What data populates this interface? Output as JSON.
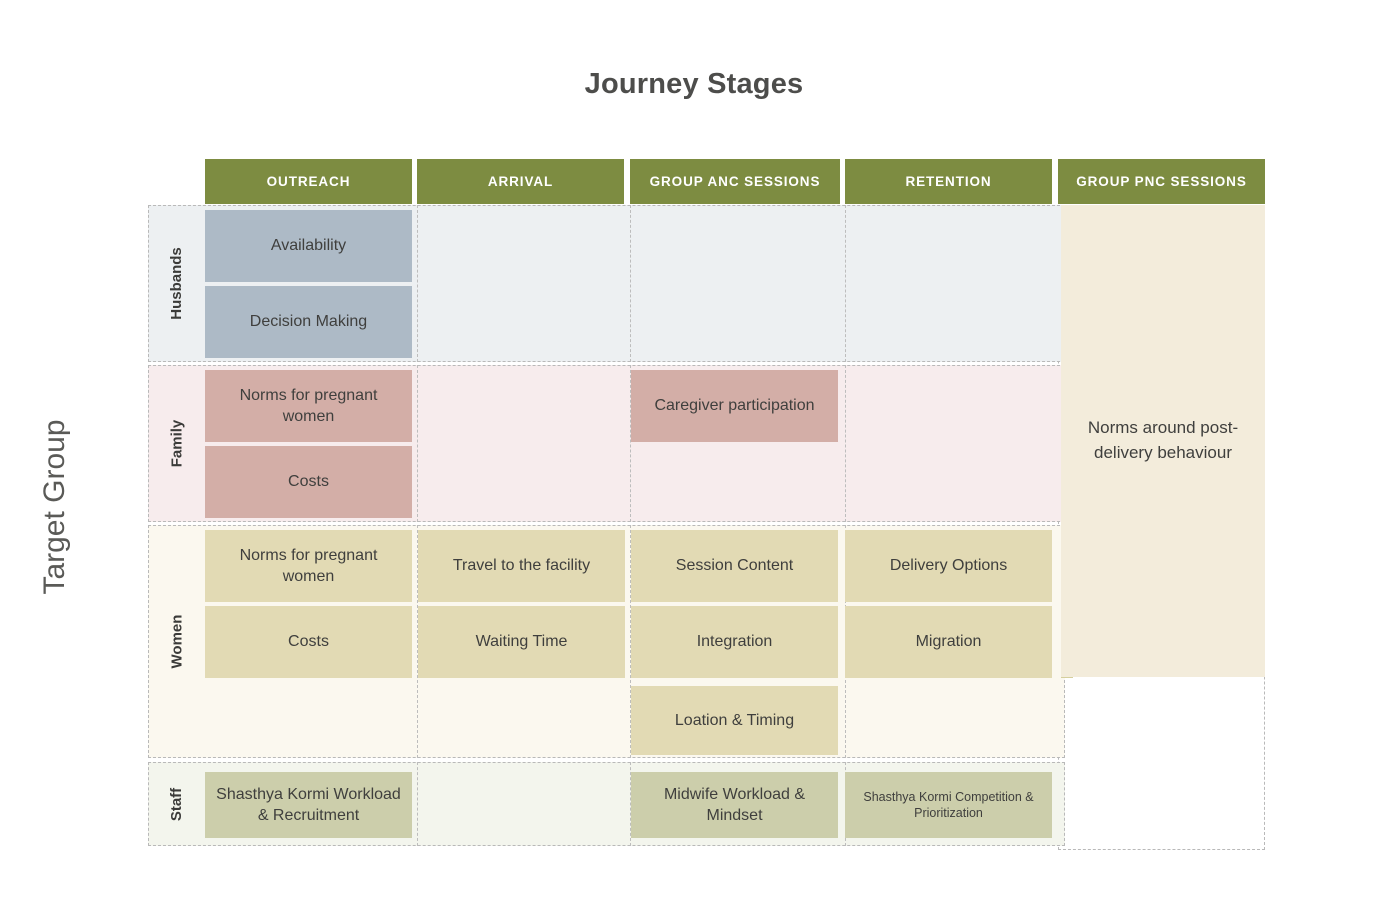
{
  "title": "Journey Stages",
  "y_axis_label": "Target Group",
  "colors": {
    "header_green": "#7d8c41",
    "husbands_card": "#adbac6",
    "husbands_band": "#edf0f2",
    "family_card": "#d3aea7",
    "family_band": "#f7eced",
    "women_card": "#e2dab4",
    "women_band": "#fbf8ef",
    "staff_card": "#ccceab",
    "staff_band": "#f3f5ed",
    "pnc_panel": "#f3ecdb",
    "grid_dashed": "#b9b9b9",
    "text_dark": "#3f3f3d"
  },
  "columns": [
    {
      "id": "outreach",
      "label": "OUTREACH"
    },
    {
      "id": "arrival",
      "label": "ARRIVAL"
    },
    {
      "id": "group-anc-sessions",
      "label": "GROUP ANC SESSIONS"
    },
    {
      "id": "retention",
      "label": "RETENTION"
    },
    {
      "id": "group-pnc-sessions",
      "label": "GROUP PNC SESSIONS"
    }
  ],
  "rows": [
    {
      "id": "husbands",
      "label": "Husbands",
      "cards": [
        {
          "text": "Availability"
        },
        {
          "text": "Decision Making"
        }
      ]
    },
    {
      "id": "family",
      "label": "Family",
      "cards": [
        {
          "text": "Norms for pregnant women"
        },
        {
          "text": "Costs"
        },
        {
          "text": "Caregiver participation"
        }
      ]
    },
    {
      "id": "women",
      "label": "Women",
      "cards": [
        {
          "text": "Norms for pregnant women"
        },
        {
          "text": "Costs"
        },
        {
          "text": "Travel to the facility"
        },
        {
          "text": "Waiting Time"
        },
        {
          "text": "Session Content"
        },
        {
          "text": "Integration"
        },
        {
          "text": "Loation & Timing"
        },
        {
          "text": "Delivery Options"
        },
        {
          "text": "Migration"
        }
      ]
    },
    {
      "id": "staff",
      "label": "Staff",
      "cards": [
        {
          "text": "Shasthya Kormi Workload & Recruitment"
        },
        {
          "text": "Midwife Workload & Mindset"
        },
        {
          "text": "Shasthya Kormi Competition & Prioritization"
        }
      ]
    }
  ],
  "pnc_panel": {
    "text": "Norms around post-delivery behaviour"
  }
}
